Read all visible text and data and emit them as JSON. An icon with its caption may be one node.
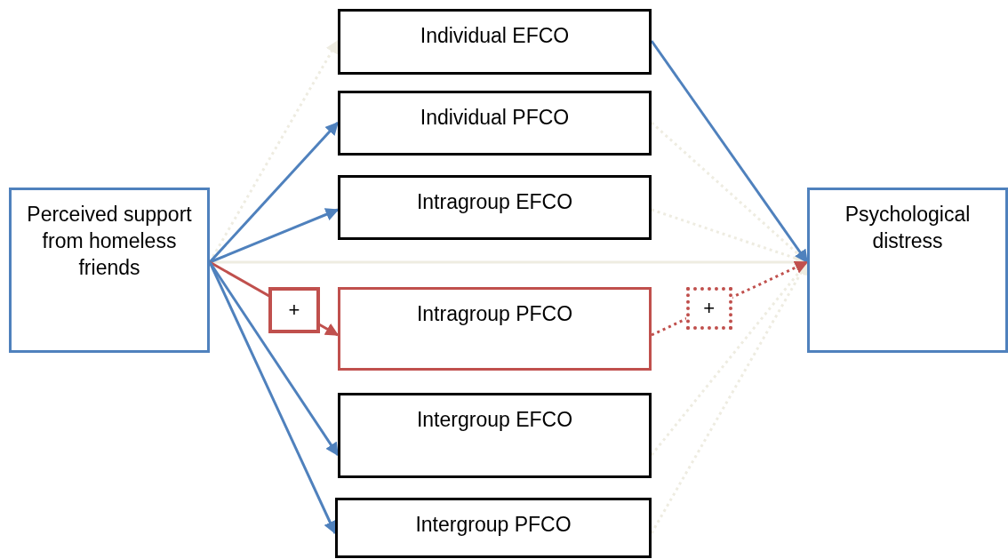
{
  "diagram": {
    "nodes": [
      {
        "text": [
          "Perceived support from homeless friends"
        ]
      },
      {
        "text": [
          "Individual EFCO"
        ]
      },
      {
        "text": [
          "Individual PFCO"
        ]
      },
      {
        "text": [
          "Intragroup EFCO"
        ]
      },
      {
        "text": [
          "Intragroup PFCO"
        ]
      },
      {
        "text": [
          "Intergroup EFCO"
        ]
      },
      {
        "text": [
          "Intergroup PFCO"
        ]
      },
      {
        "text": [
          "Psychological distress"
        ]
      }
    ],
    "edges": [
      {
        "from": 0,
        "to": 1,
        "arrow": "to",
        "style": "dashed",
        "color": "#eeece1"
      },
      {
        "from": 0,
        "to": 2,
        "arrow": "to",
        "color": "#4f81bd"
      },
      {
        "from": 0,
        "to": 3,
        "arrow": "to",
        "color": "#4f81bd"
      },
      {
        "from": 0,
        "to": 7,
        "arrow": "to",
        "color": "#eeece1"
      },
      {
        "from": 0,
        "to": 4,
        "arrow": "to",
        "label": "+",
        "color": "#c0504d"
      },
      {
        "from": 0,
        "to": 5,
        "arrow": "to",
        "color": "#4f81bd"
      },
      {
        "from": 0,
        "to": 6,
        "arrow": "to",
        "color": "#4f81bd"
      },
      {
        "from": 1,
        "to": 7,
        "arrow": "to",
        "color": "#4f81bd"
      },
      {
        "from": 2,
        "to": 7,
        "arrow": "to",
        "style": "dashed",
        "color": "#eeece1"
      },
      {
        "from": 3,
        "to": 7,
        "arrow": "to",
        "style": "dashed",
        "color": "#eeece1"
      },
      {
        "from": 4,
        "to": 7,
        "arrow": "to",
        "label": "+",
        "style": "dashed",
        "color": "#c0504d"
      },
      {
        "from": 5,
        "to": 7,
        "arrow": "to",
        "style": "dashed",
        "color": "#eeece1"
      },
      {
        "from": 6,
        "to": 7,
        "arrow": "to",
        "style": "dashed",
        "color": "#eeece1"
      }
    ]
  }
}
